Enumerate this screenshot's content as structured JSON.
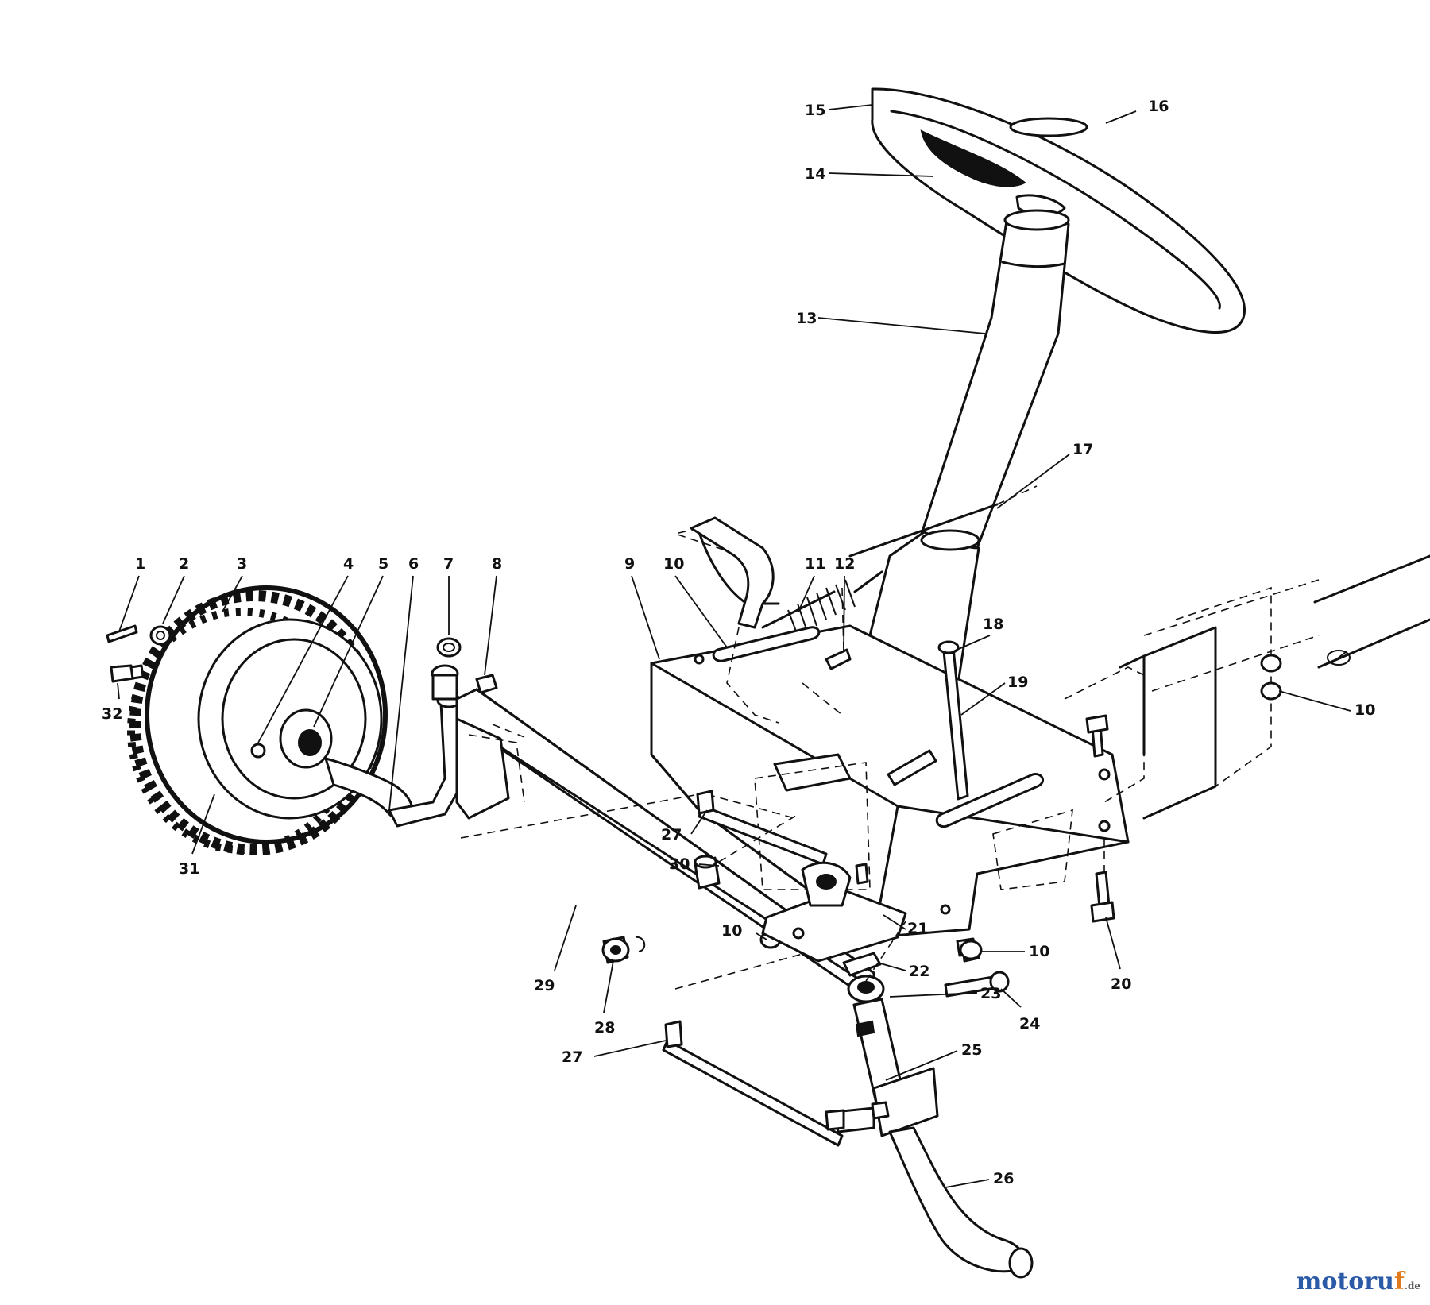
{
  "diagram": {
    "type": "exploded-parts-diagram",
    "labels": [
      "1",
      "2",
      "3",
      "4",
      "5",
      "6",
      "7",
      "8",
      "9",
      "10",
      "11",
      "12",
      "13",
      "14",
      "15",
      "16",
      "17",
      "18",
      "19",
      "10",
      "27",
      "30",
      "10",
      "21",
      "10",
      "22",
      "23",
      "24",
      "20",
      "29",
      "28",
      "27",
      "25",
      "26",
      "31",
      "32"
    ]
  },
  "watermark": {
    "brand": "motoruf",
    "suffix": ".de",
    "colors": {
      "brand_blue": "#2b5aa6",
      "brand_orange": "#e07a1c"
    }
  }
}
